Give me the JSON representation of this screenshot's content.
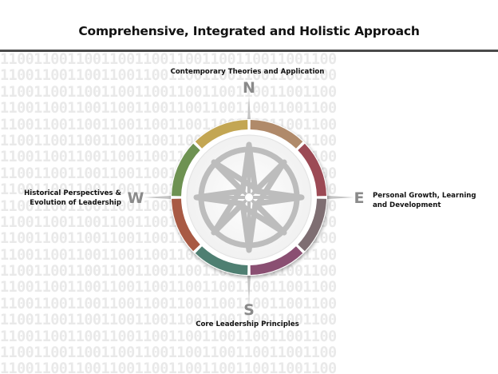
{
  "title": "Comprehensive, Integrated and Holistic Approach",
  "labels": {
    "north": "Contemporary Theories and Application",
    "south": "Core Leadership Principles",
    "west": "Historical Perspectives & Evolution of Leadership",
    "east": "Personal Growth, Learning and Development"
  },
  "directions": {
    "n": "N",
    "s": "S",
    "w": "W",
    "e": "E"
  },
  "background_pattern": "1100110011001100110011001100110011001100",
  "colors": {
    "ring_segments": [
      "#b08a6a",
      "#9c4a55",
      "#7e6e72",
      "#8a4f72",
      "#4f7f72",
      "#a85a44",
      "#6e9252",
      "#c3a653"
    ],
    "compass_gray": "#bdbdbd",
    "point_gray": "#c4c4c4",
    "rule": "#4a4a4a"
  }
}
